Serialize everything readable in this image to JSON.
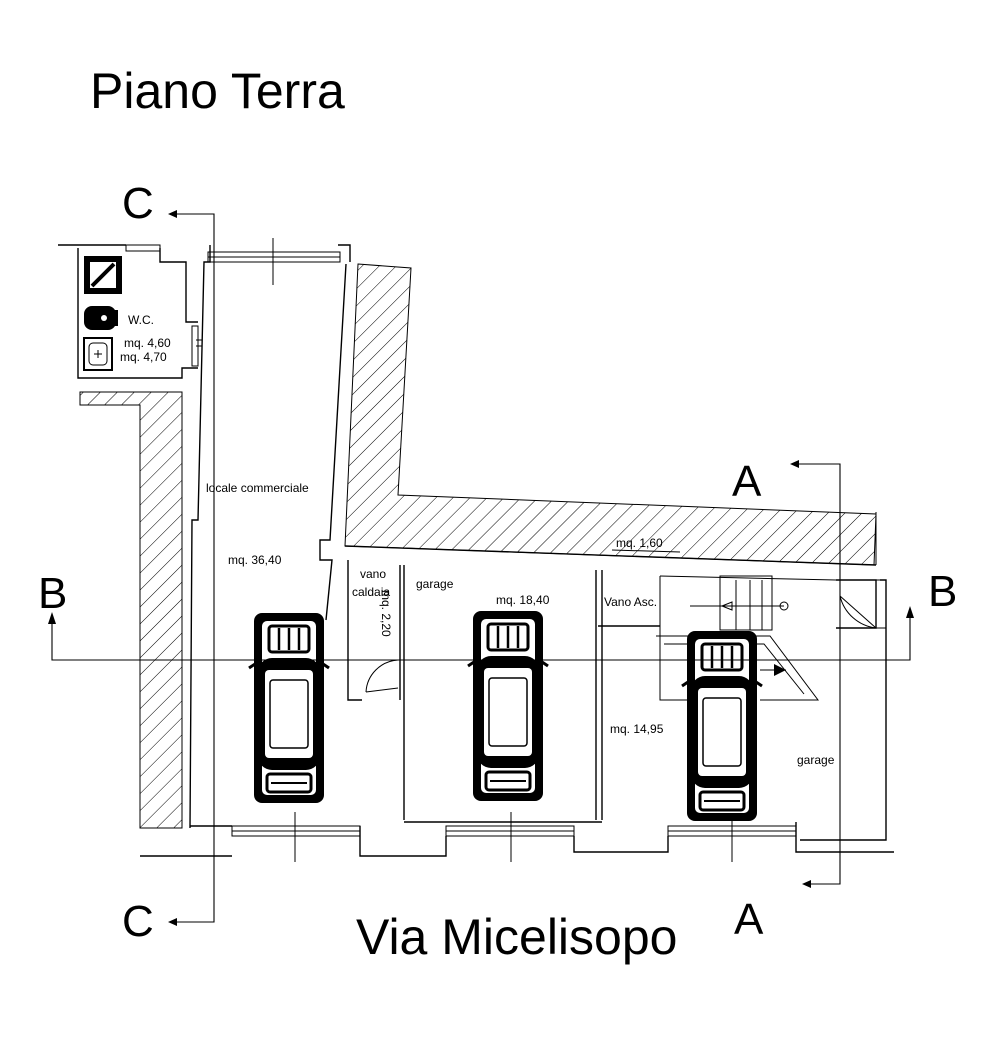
{
  "title": "Piano Terra",
  "street": "Via Micelisopo",
  "sections": {
    "a": "A",
    "b": "B",
    "c": "C"
  },
  "rooms": {
    "wc": "W.C.",
    "wc_area_1": "mq. 4,60",
    "wc_area_2": "mq. 4,70",
    "shop": "locale commerciale",
    "shop_area": "mq. 36,40",
    "boiler_1": "vano",
    "boiler_2": "caldaia",
    "boiler_area": "mq. 2,20",
    "garage1": "garage",
    "garage1_area": "mq. 18,40",
    "lift": "Vano Asc.",
    "corridor_area": "mq. 1,60",
    "garage2_area": "mq. 14,95",
    "garage2": "garage"
  },
  "colors": {
    "line": "#000000",
    "background": "#ffffff"
  },
  "icons": [
    "car-icon",
    "toilet-icon",
    "sink-icon",
    "shower-icon",
    "section-arrow-icon"
  ]
}
